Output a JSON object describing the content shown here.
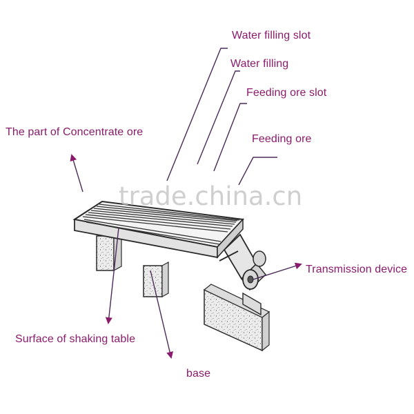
{
  "labels": {
    "water_filling_slot": "Water filling slot",
    "water_filling": "Water filling",
    "feeding_ore_slot": "Feeding ore slot",
    "feeding_ore": "Feeding ore",
    "concentrate_ore": "The part of Concentrate  ore",
    "transmission_device": "Transmission device",
    "shaking_table_surface": "Surface of shaking table",
    "base": "base"
  },
  "watermark": "trade.china.cn",
  "colors": {
    "label_text": "#8a1a6b",
    "leader_line": "#4a2a58",
    "arrow_head": "#8a1a6b",
    "machine_outline": "#2a2a2a",
    "concrete_fill": "#e6e6e6"
  }
}
